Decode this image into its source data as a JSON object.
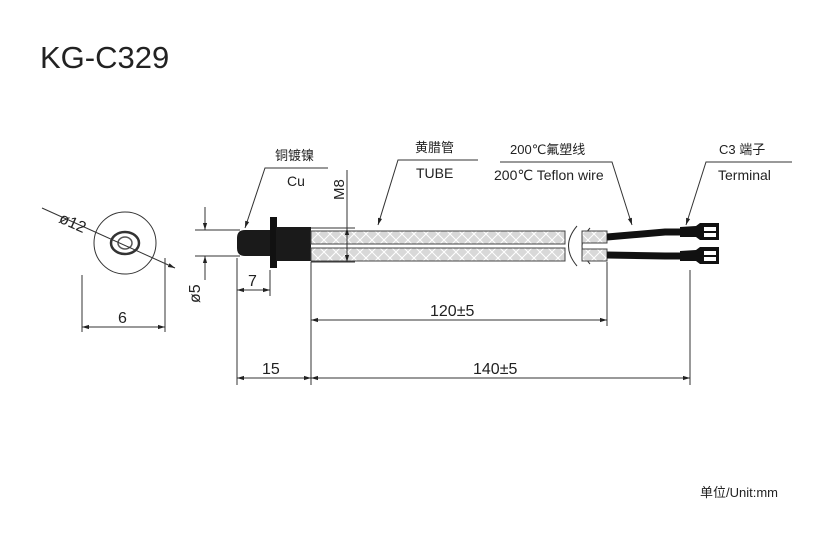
{
  "title": "KG-C329",
  "labels": {
    "plating_cn": "铜镀镍",
    "plating_en": "Cu",
    "tube_cn": "黄腊管",
    "tube_en": "TUBE",
    "wire_cn": "200℃氟塑线",
    "wire_en": "200℃ Teflon wire",
    "terminal_cn": "C3 端子",
    "terminal_en": "Terminal"
  },
  "dimensions": {
    "end_diameter": "ø12",
    "end_width": "6",
    "tip_diameter": "ø5",
    "tip_length": "7",
    "thread": "M8",
    "tube_length": "120±5",
    "head_length": "15",
    "total_length": "140±5"
  },
  "unit": "单位/Unit:mm",
  "colors": {
    "line": "#333333",
    "body": "#1a1a1a",
    "tube": "#cfcfcf"
  }
}
